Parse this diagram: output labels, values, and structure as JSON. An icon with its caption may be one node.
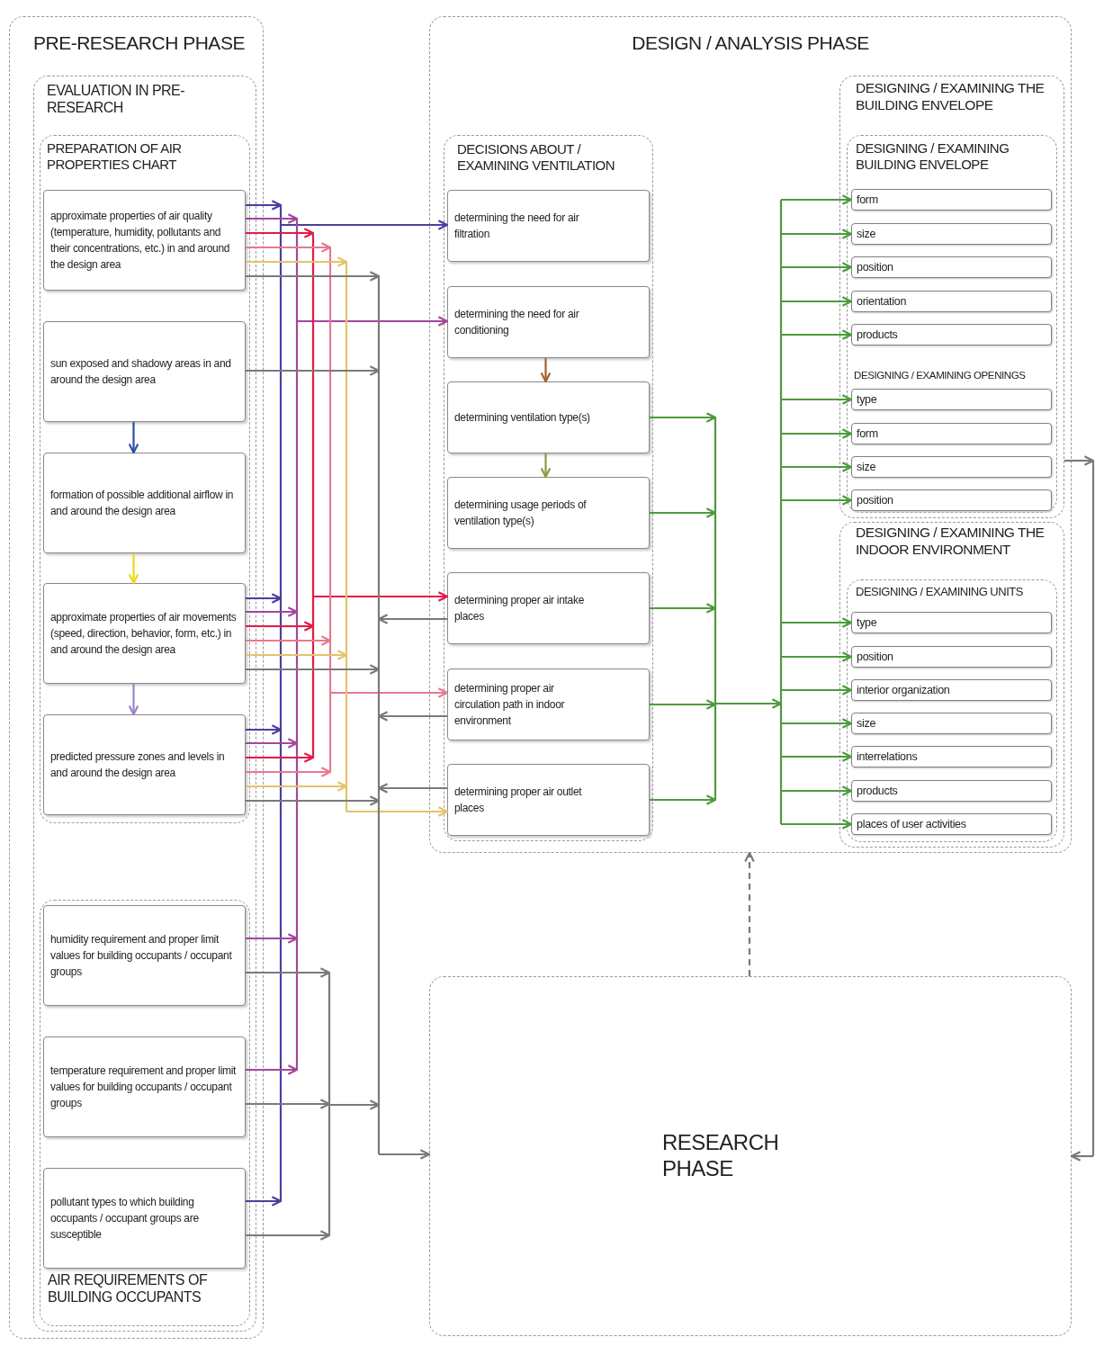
{
  "diagram": {
    "nodes": [
      {
        "text": [
          "PRE-RESEARCH PHASE"
        ]
      },
      {
        "text": [
          "EVALUATION IN PRE-RESEARCH"
        ],
        "in": 0
      },
      {
        "text": [
          "PREPARATION OF AIR PROPERTIES CHART"
        ],
        "in": 1
      },
      {
        "text": [
          "approximate properties of air quality (temperature, humidity, pollutants and their concentrations, etc.) in and around the design area"
        ],
        "in": 2
      },
      {
        "text": [
          "sun exposed and shadowy areas in and around the design area"
        ],
        "in": 2
      },
      {
        "text": [
          "formation of possible additional airflow in and around the design area"
        ],
        "in": 2
      },
      {
        "text": [
          "approximate properties of air movements (speed, direction, behavior, form, etc.) in and around the design area"
        ],
        "in": 2
      },
      {
        "text": [
          "predicted pressure zones and levels in and around the design area"
        ],
        "in": 2
      },
      {
        "text": [
          "AIR REQUIREMENTS OF BUILDING OCCUPANTS"
        ],
        "in": 1
      },
      {
        "text": [
          "humidity requirement and proper limit values for building occupants / occupant groups"
        ],
        "in": 8
      },
      {
        "text": [
          "temperature requirement and proper limit values for building occupants / occupant groups"
        ],
        "in": 8
      },
      {
        "text": [
          "pollutant types to which building occupants / occupant groups are susceptible"
        ],
        "in": 8
      },
      {
        "text": [
          "DESIGN / ANALYSIS PHASE"
        ]
      },
      {
        "text": [
          "DECISIONS ABOUT / EXAMINING VENTILATION"
        ],
        "in": 12
      },
      {
        "text": [
          "determining the need for air filtration"
        ],
        "in": 13
      },
      {
        "text": [
          "determining the need for air conditioning"
        ],
        "in": 13
      },
      {
        "text": [
          "determining ventilation type(s)"
        ],
        "in": 13
      },
      {
        "text": [
          "determining usage periods of ventilation type(s)"
        ],
        "in": 13
      },
      {
        "text": [
          "determining proper air intake places"
        ],
        "in": 13
      },
      {
        "text": [
          "determining proper air circulation path in indoor environment"
        ],
        "in": 13
      },
      {
        "text": [
          "determining proper air outlet places"
        ],
        "in": 13
      },
      {
        "text": [
          "DESIGNING / EXAMINING THE BUILDING ENVELOPE"
        ],
        "in": 12
      },
      {
        "text": [
          "DESIGNING / EXAMINING BUILDING ENVELOPE"
        ],
        "in": 21
      },
      {
        "text": [
          "form"
        ],
        "in": 22
      },
      {
        "text": [
          "size"
        ],
        "in": 22
      },
      {
        "text": [
          "position"
        ],
        "in": 22
      },
      {
        "text": [
          "orientation"
        ],
        "in": 22
      },
      {
        "text": [
          "products"
        ],
        "in": 22
      },
      {
        "text": [
          "type"
        ],
        "in": 22
      },
      {
        "text": [
          "form"
        ],
        "in": 22
      },
      {
        "text": [
          "size"
        ],
        "in": 22
      },
      {
        "text": [
          "position"
        ],
        "in": 22
      },
      {
        "text": [
          "DESIGNING / EXAMINING THE INDOOR ENVIRONMENT"
        ],
        "in": 12
      },
      {
        "text": [
          "DESIGNING / EXAMINING UNITS"
        ],
        "in": 32
      },
      {
        "text": [
          "type"
        ],
        "in": 33
      },
      {
        "text": [
          "position"
        ],
        "in": 33
      },
      {
        "text": [
          "interior organization"
        ],
        "in": 33
      },
      {
        "text": [
          "size"
        ],
        "in": 33
      },
      {
        "text": [
          "interrelations"
        ],
        "in": 33
      },
      {
        "text": [
          "products"
        ],
        "in": 33
      },
      {
        "text": [
          "places of user activities"
        ],
        "in": 33
      },
      {
        "text": [
          "RESEARCH PHASE"
        ]
      }
    ],
    "edges": [
      {
        "from": 3,
        "to": 14,
        "arrow": "to",
        "color": "#4b3f9e"
      },
      {
        "from": 6,
        "to": 14,
        "arrow": "to",
        "color": "#4b3f9e"
      },
      {
        "from": 7,
        "to": 14,
        "arrow": "to",
        "color": "#4b3f9e"
      },
      {
        "from": 11,
        "to": 14,
        "arrow": "to",
        "color": "#4b3f9e"
      },
      {
        "from": 3,
        "to": 15,
        "arrow": "to",
        "color": "#a3479c"
      },
      {
        "from": 6,
        "to": 15,
        "arrow": "to",
        "color": "#a3479c"
      },
      {
        "from": 7,
        "to": 15,
        "arrow": "to",
        "color": "#a3479c"
      },
      {
        "from": 9,
        "to": 15,
        "arrow": "to",
        "color": "#a3479c"
      },
      {
        "from": 10,
        "to": 15,
        "arrow": "to",
        "color": "#a3479c"
      },
      {
        "from": 3,
        "to": 18,
        "arrow": "to",
        "color": "#e31b48"
      },
      {
        "from": 6,
        "to": 18,
        "arrow": "to",
        "color": "#e31b48"
      },
      {
        "from": 7,
        "to": 18,
        "arrow": "to",
        "color": "#e31b48"
      },
      {
        "from": 3,
        "to": 19,
        "arrow": "to",
        "color": "#e57a92"
      },
      {
        "from": 6,
        "to": 19,
        "arrow": "to",
        "color": "#e57a92"
      },
      {
        "from": 7,
        "to": 19,
        "arrow": "to",
        "color": "#e57a92"
      },
      {
        "from": 3,
        "to": 20,
        "arrow": "to",
        "color": "#e3c46a"
      },
      {
        "from": 6,
        "to": 20,
        "arrow": "to",
        "color": "#e3c46a"
      },
      {
        "from": 7,
        "to": 20,
        "arrow": "to",
        "color": "#e3c46a"
      },
      {
        "from": 3,
        "to": 41,
        "arrow": "to",
        "color": "#7a7a7a"
      },
      {
        "from": 4,
        "to": 41,
        "arrow": "to",
        "color": "#7a7a7a"
      },
      {
        "from": 6,
        "to": 41,
        "arrow": "to",
        "color": "#7a7a7a"
      },
      {
        "from": 7,
        "to": 41,
        "arrow": "to",
        "color": "#7a7a7a"
      },
      {
        "from": 9,
        "to": 41,
        "arrow": "to",
        "color": "#7a7a7a"
      },
      {
        "from": 10,
        "to": 41,
        "arrow": "to",
        "color": "#7a7a7a"
      },
      {
        "from": 11,
        "to": 41,
        "arrow": "to",
        "color": "#7a7a7a"
      },
      {
        "from": 18,
        "to": 41,
        "arrow": "to",
        "color": "#7a7a7a"
      },
      {
        "from": 19,
        "to": 41,
        "arrow": "to",
        "color": "#7a7a7a"
      },
      {
        "from": 20,
        "to": 41,
        "arrow": "to",
        "color": "#7a7a7a"
      },
      {
        "from": 21,
        "to": 41,
        "arrow": "to",
        "color": "#7a7a7a"
      },
      {
        "from": 41,
        "to": 12,
        "arrow": "to",
        "style": "dashed",
        "color": "#7a7a7a"
      },
      {
        "from": 4,
        "to": 5,
        "arrow": "to",
        "color": "#2d4fa3"
      },
      {
        "from": 5,
        "to": 6,
        "arrow": "to",
        "color": "#e6dc1a"
      },
      {
        "from": 6,
        "to": 7,
        "arrow": "to",
        "color": "#9b86c4"
      },
      {
        "from": 15,
        "to": 16,
        "arrow": "to",
        "color": "#a0622d"
      },
      {
        "from": 16,
        "to": 17,
        "arrow": "to",
        "color": "#8b9b3d"
      },
      {
        "from": 16,
        "to": 23,
        "arrow": "to"
      },
      {
        "from": 16,
        "to": 24,
        "arrow": "to"
      },
      {
        "from": 16,
        "to": 25,
        "arrow": "to"
      },
      {
        "from": 16,
        "to": 26,
        "arrow": "to"
      },
      {
        "from": 16,
        "to": 27,
        "arrow": "to"
      },
      {
        "from": 16,
        "to": 28,
        "arrow": "to"
      },
      {
        "from": 16,
        "to": 29,
        "arrow": "to"
      },
      {
        "from": 16,
        "to": 30,
        "arrow": "to"
      },
      {
        "from": 16,
        "to": 31,
        "arrow": "to"
      },
      {
        "from": 16,
        "to": 34,
        "arrow": "to"
      },
      {
        "from": 16,
        "to": 35,
        "arrow": "to"
      },
      {
        "from": 16,
        "to": 36,
        "arrow": "to"
      },
      {
        "from": 16,
        "to": 37,
        "arrow": "to"
      },
      {
        "from": 16,
        "to": 38,
        "arrow": "to"
      },
      {
        "from": 16,
        "to": 39,
        "arrow": "to"
      },
      {
        "from": 16,
        "to": 40,
        "arrow": "to"
      },
      {
        "from": 17,
        "to": 23,
        "arrow": "to"
      },
      {
        "from": 17,
        "to": 24,
        "arrow": "to"
      },
      {
        "from": 17,
        "to": 25,
        "arrow": "to"
      },
      {
        "from": 17,
        "to": 26,
        "arrow": "to"
      },
      {
        "from": 17,
        "to": 27,
        "arrow": "to"
      },
      {
        "from": 17,
        "to": 28,
        "arrow": "to"
      },
      {
        "from": 17,
        "to": 29,
        "arrow": "to"
      },
      {
        "from": 17,
        "to": 30,
        "arrow": "to"
      },
      {
        "from": 17,
        "to": 31,
        "arrow": "to"
      },
      {
        "from": 17,
        "to": 34,
        "arrow": "to"
      },
      {
        "from": 17,
        "to": 35,
        "arrow": "to"
      },
      {
        "from": 17,
        "to": 36,
        "arrow": "to"
      },
      {
        "from": 17,
        "to": 37,
        "arrow": "to"
      },
      {
        "from": 17,
        "to": 38,
        "arrow": "to"
      },
      {
        "from": 17,
        "to": 39,
        "arrow": "to"
      },
      {
        "from": 17,
        "to": 40,
        "arrow": "to"
      },
      {
        "from": 18,
        "to": 23,
        "arrow": "to"
      },
      {
        "from": 18,
        "to": 24,
        "arrow": "to"
      },
      {
        "from": 18,
        "to": 25,
        "arrow": "to"
      },
      {
        "from": 18,
        "to": 26,
        "arrow": "to"
      },
      {
        "from": 18,
        "to": 27,
        "arrow": "to"
      },
      {
        "from": 18,
        "to": 28,
        "arrow": "to"
      },
      {
        "from": 18,
        "to": 29,
        "arrow": "to"
      },
      {
        "from": 18,
        "to": 30,
        "arrow": "to"
      },
      {
        "from": 18,
        "to": 31,
        "arrow": "to"
      },
      {
        "from": 18,
        "to": 34,
        "arrow": "to"
      },
      {
        "from": 18,
        "to": 35,
        "arrow": "to"
      },
      {
        "from": 18,
        "to": 36,
        "arrow": "to"
      },
      {
        "from": 18,
        "to": 37,
        "arrow": "to"
      },
      {
        "from": 18,
        "to": 38,
        "arrow": "to"
      },
      {
        "from": 18,
        "to": 39,
        "arrow": "to"
      },
      {
        "from": 18,
        "to": 40,
        "arrow": "to"
      },
      {
        "from": 19,
        "to": 23,
        "arrow": "to"
      },
      {
        "from": 19,
        "to": 24,
        "arrow": "to"
      },
      {
        "from": 19,
        "to": 25,
        "arrow": "to"
      },
      {
        "from": 19,
        "to": 26,
        "arrow": "to"
      },
      {
        "from": 19,
        "to": 27,
        "arrow": "to"
      },
      {
        "from": 19,
        "to": 28,
        "arrow": "to"
      },
      {
        "from": 19,
        "to": 29,
        "arrow": "to"
      },
      {
        "from": 19,
        "to": 30,
        "arrow": "to"
      },
      {
        "from": 19,
        "to": 31,
        "arrow": "to"
      },
      {
        "from": 19,
        "to": 34,
        "arrow": "to"
      },
      {
        "from": 19,
        "to": 35,
        "arrow": "to"
      },
      {
        "from": 19,
        "to": 36,
        "arrow": "to"
      },
      {
        "from": 19,
        "to": 37,
        "arrow": "to"
      },
      {
        "from": 19,
        "to": 38,
        "arrow": "to"
      },
      {
        "from": 19,
        "to": 39,
        "arrow": "to"
      },
      {
        "from": 19,
        "to": 40,
        "arrow": "to"
      },
      {
        "from": 20,
        "to": 23,
        "arrow": "to"
      },
      {
        "from": 20,
        "to": 24,
        "arrow": "to"
      },
      {
        "from": 20,
        "to": 25,
        "arrow": "to"
      },
      {
        "from": 20,
        "to": 26,
        "arrow": "to"
      },
      {
        "from": 20,
        "to": 27,
        "arrow": "to"
      },
      {
        "from": 20,
        "to": 28,
        "arrow": "to"
      },
      {
        "from": 20,
        "to": 29,
        "arrow": "to"
      },
      {
        "from": 20,
        "to": 30,
        "arrow": "to"
      },
      {
        "from": 20,
        "to": 31,
        "arrow": "to"
      },
      {
        "from": 20,
        "to": 34,
        "arrow": "to"
      },
      {
        "from": 20,
        "to": 35,
        "arrow": "to"
      },
      {
        "from": 20,
        "to": 36,
        "arrow": "to"
      },
      {
        "from": 20,
        "to": 37,
        "arrow": "to"
      },
      {
        "from": 20,
        "to": 38,
        "arrow": "to"
      },
      {
        "from": 20,
        "to": 39,
        "arrow": "to"
      },
      {
        "from": 20,
        "to": 40,
        "arrow": "to"
      }
    ],
    "labels": [
      "DESIGNING / EXAMINING OPENINGS"
    ]
  }
}
